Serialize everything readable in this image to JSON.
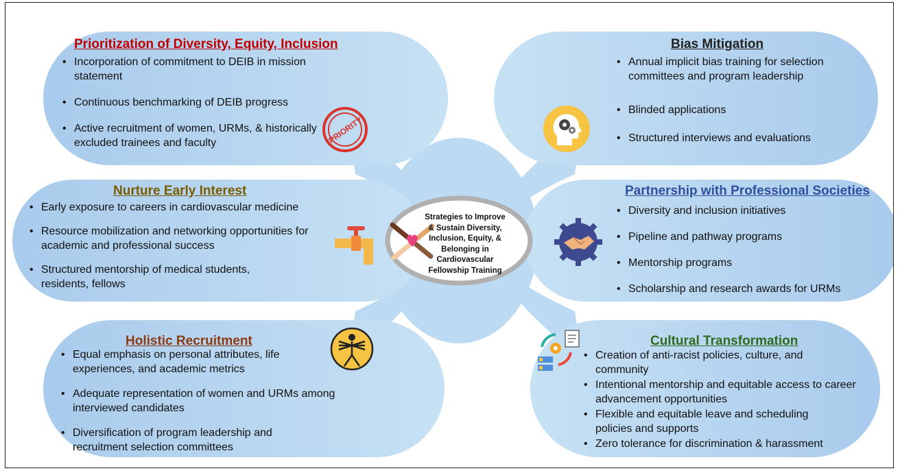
{
  "center": {
    "lines": [
      "Strategies to Improve",
      "& Sustain Diversity,",
      "Inclusion, Equity, &",
      "Belonging in",
      "Cardiovascular",
      "Fellowship Training"
    ]
  },
  "panels": {
    "priority": {
      "title": "Prioritization of Diversity, Equity, Inclusion",
      "color": "#c00000",
      "items": [
        "Incorporation of commitment to DEIB in mission statement",
        "Continuous benchmarking of DEIB progress",
        "Active recruitment of women, URMs, & historically excluded trainees and faculty"
      ],
      "icon": "priority-stamp-icon",
      "icon_text": "PRIORITY"
    },
    "bias": {
      "title": "Bias Mitigation",
      "color": "#222222",
      "items": [
        "Annual implicit bias training for selection committees and program leadership",
        "Blinded applications",
        "Structured interviews and evaluations"
      ],
      "icon": "head-gears-icon"
    },
    "nurture": {
      "title": "Nurture Early Interest",
      "color": "#7a5c00",
      "items": [
        "Early exposure to careers in cardiovascular medicine",
        "Resource mobilization and networking opportunities for academic and professional success",
        "Structured mentorship of medical students, residents, fellows"
      ],
      "icon": "pipeline-valve-icon"
    },
    "partnership": {
      "title": "Partnership with Professional Societies",
      "color": "#2f4f9f",
      "items": [
        "Diversity and inclusion initiatives",
        "Pipeline and pathway programs",
        "Mentorship programs",
        "Scholarship and research awards for URMs"
      ],
      "icon": "handshake-gear-icon"
    },
    "holistic": {
      "title": "Holistic Recruitment",
      "color": "#8b3a14",
      "items": [
        "Equal emphasis on personal attributes, life experiences, and academic metrics",
        "Adequate representation of women and URMs among interviewed candidates",
        "Diversification of program leadership and recruitment selection committees"
      ],
      "icon": "vitruvian-man-icon"
    },
    "cultural": {
      "title": "Cultural Transformation",
      "color": "#2e6b1f",
      "items": [
        "Creation of anti-racist policies, culture, and community",
        "Intentional mentorship and equitable access to career advancement opportunities",
        "Flexible and equitable leave and scheduling policies and supports",
        "Zero tolerance for discrimination & harassment"
      ],
      "icon": "process-cycle-icon"
    }
  },
  "colors": {
    "bubble": "#b3d4ef",
    "center_ring": "#c9c9c9"
  }
}
